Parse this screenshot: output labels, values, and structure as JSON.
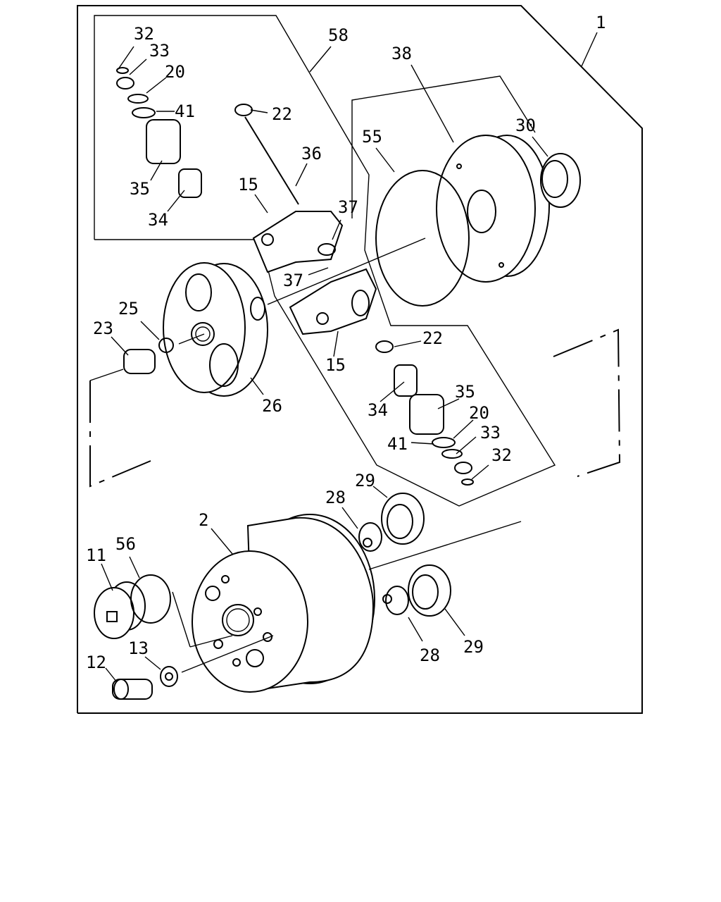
{
  "diagram": {
    "labels": {
      "p1": "1",
      "p2": "2",
      "p11": "11",
      "p12": "12",
      "p13": "13",
      "p15a": "15",
      "p15b": "15",
      "p20a": "20",
      "p20b": "20",
      "p22a": "22",
      "p22b": "22",
      "p23": "23",
      "p25": "25",
      "p26": "26",
      "p28a": "28",
      "p28b": "28",
      "p29a": "29",
      "p29b": "29",
      "p30": "30",
      "p32a": "32",
      "p32b": "32",
      "p33a": "33",
      "p33b": "33",
      "p34a": "34",
      "p34b": "34",
      "p35a": "35",
      "p35b": "35",
      "p36": "36",
      "p37a": "37",
      "p37b": "37",
      "p38": "38",
      "p41a": "41",
      "p41b": "41",
      "p55": "55",
      "p56": "56",
      "p58": "58"
    }
  }
}
